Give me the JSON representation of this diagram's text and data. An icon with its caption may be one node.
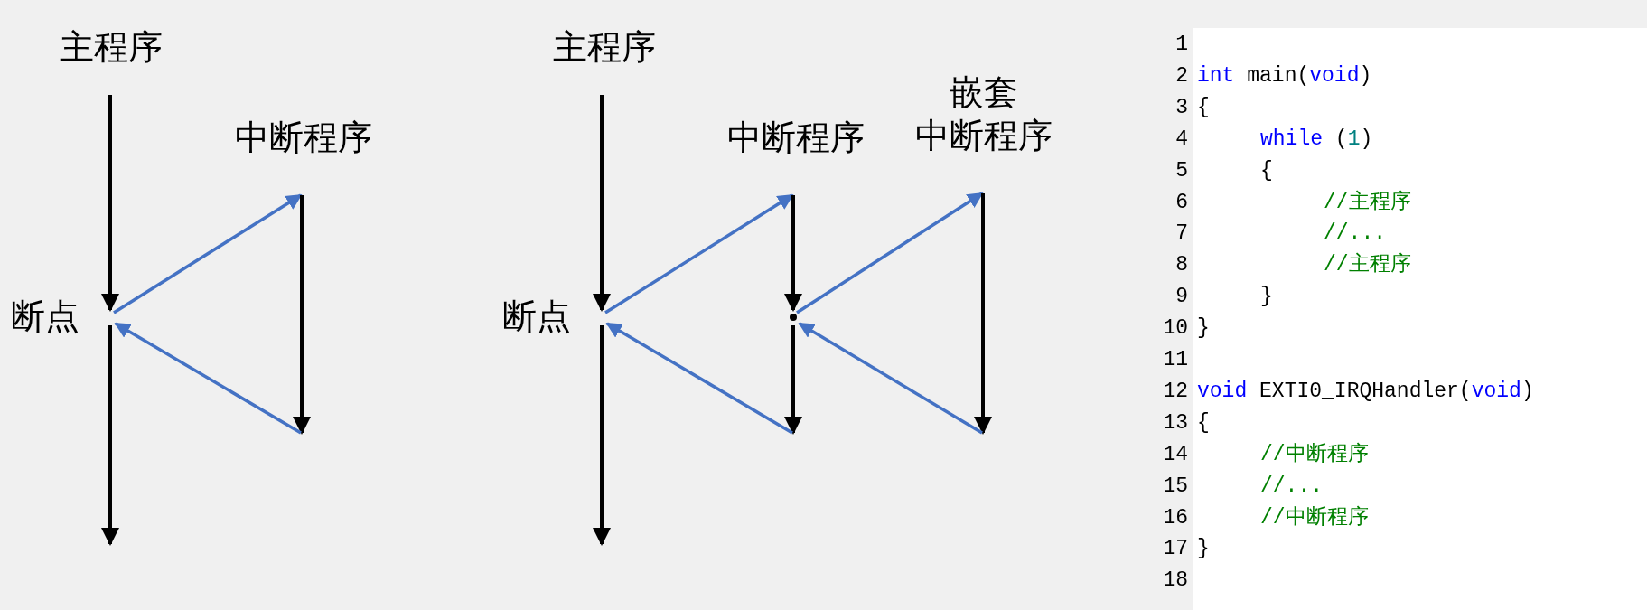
{
  "diagram": {
    "nodes": [
      {
        "text": [
          "主程序"
        ]
      },
      {
        "text": [
          "中断程序"
        ]
      },
      {
        "text": [
          "断点"
        ]
      },
      {
        "text": [
          "主程序"
        ]
      },
      {
        "text": [
          "中断程序"
        ]
      },
      {
        "text": [
          "嵌套",
          "中断程序"
        ]
      },
      {
        "text": [
          "断点"
        ]
      },
      {
        "text": [],
        "shape": "point"
      }
    ],
    "edges": [
      {
        "from": 0,
        "to": 2,
        "arrow": "to"
      },
      {
        "from": 2,
        "to": null,
        "arrow": "to"
      },
      {
        "from": 2,
        "to": 1,
        "arrow": "to",
        "color": "#4472c4"
      },
      {
        "from": 1,
        "to": null,
        "arrow": "to"
      },
      {
        "from": null,
        "to": 2,
        "arrow": "to",
        "color": "#4472c4"
      },
      {
        "from": 3,
        "to": 6,
        "arrow": "to"
      },
      {
        "from": 6,
        "to": null,
        "arrow": "to"
      },
      {
        "from": 6,
        "to": 4,
        "arrow": "to",
        "color": "#4472c4"
      },
      {
        "from": 4,
        "to": 7,
        "arrow": "to"
      },
      {
        "from": 7,
        "to": 5,
        "arrow": "to",
        "color": "#4472c4"
      },
      {
        "from": 5,
        "to": null,
        "arrow": "to"
      },
      {
        "from": null,
        "to": 7,
        "arrow": "to",
        "color": "#4472c4"
      },
      {
        "from": 7,
        "to": null,
        "arrow": "to"
      },
      {
        "from": null,
        "to": 6,
        "arrow": "to",
        "color": "#4472c4"
      }
    ],
    "labels": [
      "1",
      "2",
      "int main(void)",
      "3",
      "{",
      "4",
      "while (1)",
      "5",
      "{",
      "6",
      "//主程序",
      "7",
      "//...",
      "8",
      "//主程序",
      "9",
      "}",
      "10",
      "}",
      "11",
      "12",
      "void EXTI0_IRQHandler(void)",
      "13",
      "{",
      "14",
      "//中断程序",
      "15",
      "//...",
      "16",
      "//中断程序",
      "17",
      "}",
      "18"
    ]
  }
}
